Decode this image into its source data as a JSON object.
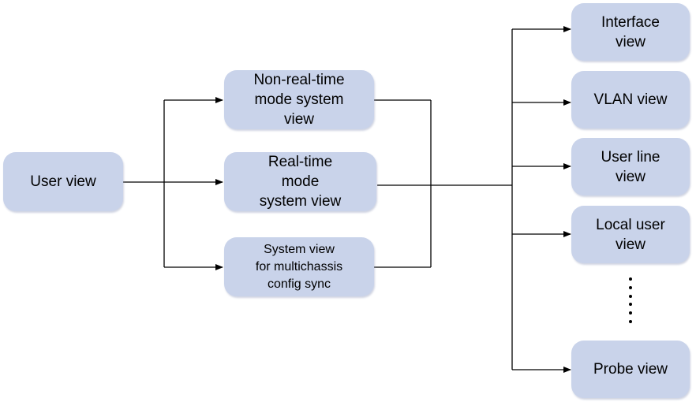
{
  "nodes": {
    "user_view": "User view",
    "non_real_time": "Non-real-time\nmode system\nview",
    "real_time": "Real-time\nmode\nsystem view",
    "multichassis": "System view\nfor multichassis\nconfig sync",
    "interface": "Interface\nview",
    "vlan": "VLAN view",
    "user_line": "User line\nview",
    "local_user": "Local user\nview",
    "probe": "Probe view"
  },
  "colors": {
    "node_fill": "#c9d3ea",
    "line": "#000000"
  }
}
